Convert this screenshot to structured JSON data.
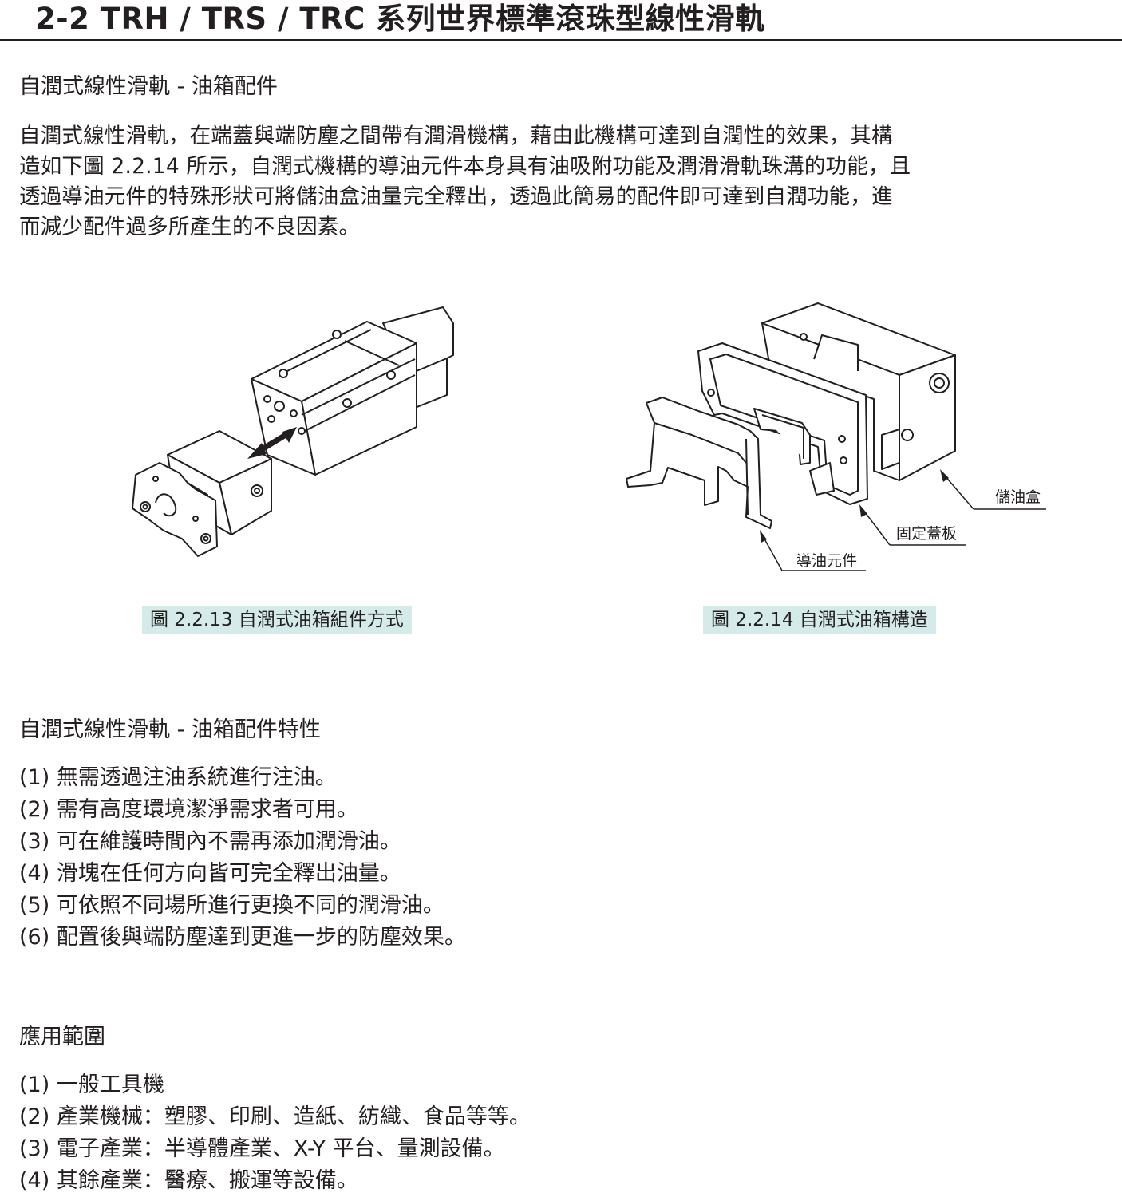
{
  "header": {
    "title": "2-2 TRH / TRS / TRC 系列世界標準滾珠型線性滑軌"
  },
  "section1": {
    "title": "自潤式線性滑軌 - 油箱配件",
    "lines": [
      "自潤式線性滑軌，在端蓋與端防塵之間帶有潤滑機構，藉由此機構可達到自潤性的效果，其構",
      "造如下圖 2.2.14 所示，自潤式機構的導油元件本身具有油吸附功能及潤滑滑軌珠溝的功能，且",
      "透過導油元件的特殊形狀可將儲油盒油量完全釋出，透過此簡易的配件即可達到自潤功能，進",
      "而減少配件過多所產生的不良因素。"
    ]
  },
  "figures": [
    {
      "caption": "圖 2.2.13 自潤式油箱組件方式"
    },
    {
      "caption": "圖 2.2.14 自潤式油箱構造",
      "labels": {
        "oil_box": "儲油盒",
        "fixed_cover": "固定蓋板",
        "oil_guide": "導油元件"
      }
    }
  ],
  "section2": {
    "title": "自潤式線性滑軌 - 油箱配件特性",
    "items": [
      "(1) 無需透過注油系統進行注油。",
      "(2) 需有高度環境潔淨需求者可用。",
      "(3) 可在維護時間內不需再添加潤滑油。",
      "(4) 滑塊在任何方向皆可完全釋出油量。",
      "(5) 可依照不同場所進行更換不同的潤滑油。",
      "(6) 配置後與端防塵達到更進一步的防塵效果。"
    ]
  },
  "section3": {
    "title": "應用範圍",
    "items": [
      "(1) 一般工具機",
      "(2) 產業機械：塑膠、印刷、造紙、紡織、食品等等。",
      "(3) 電子產業：半導體產業、X-Y 平台、量測設備。",
      "(4) 其餘產業：醫療、搬運等設備。"
    ]
  }
}
